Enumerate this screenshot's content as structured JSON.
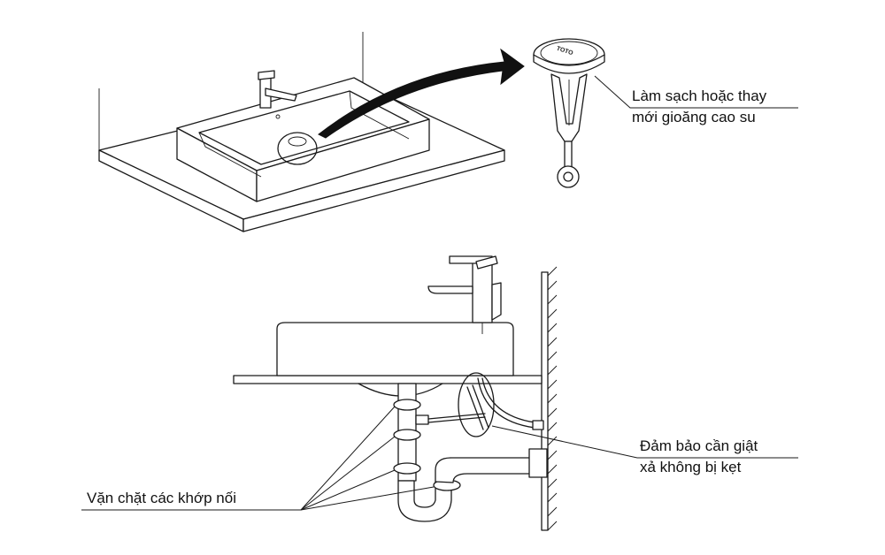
{
  "labels": {
    "rubber_seal_line1": "Làm sạch hoặc thay",
    "rubber_seal_line2": "mới gioăng cao su",
    "drain_lever_line1": "Đảm bảo cần giật",
    "drain_lever_line2": "xả không bị kẹt",
    "tighten_joints": "Vặn chặt các khớp nối"
  },
  "logo": {
    "text": "TOTO"
  },
  "colors": {
    "line": "#1a1a1a",
    "background": "#ffffff",
    "arrow": "#111111"
  }
}
